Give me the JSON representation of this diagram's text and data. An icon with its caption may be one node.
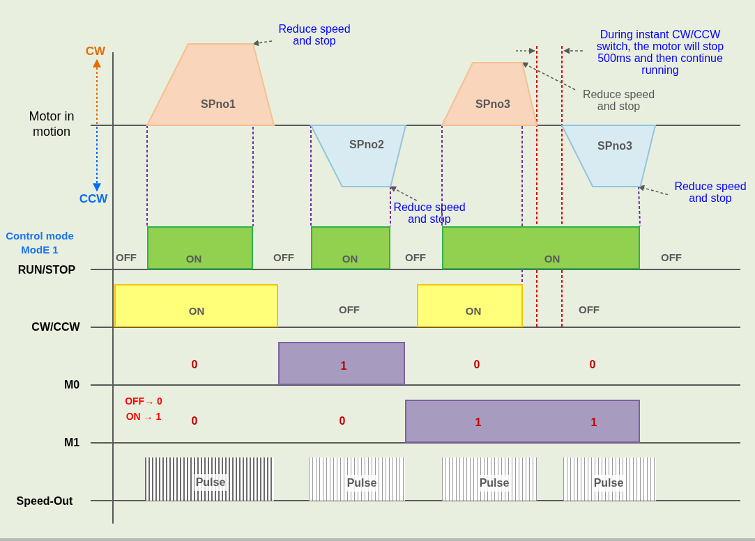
{
  "diagram": {
    "nodes": [
      {
        "text": [
          "Reduce speed and stop"
        ]
      },
      {
        "text": [
          "During instant CW/CCW switch, the motor will stop 500ms and then continue running"
        ]
      },
      {
        "text": [
          "SPno1"
        ]
      },
      {
        "text": [
          "SPno3"
        ]
      },
      {
        "text": [
          "Reduce speed and stop"
        ]
      },
      {
        "text": [
          "SPno2"
        ]
      },
      {
        "text": [
          "SPno3"
        ]
      },
      {
        "text": [
          "Reduce speed and stop"
        ]
      },
      {
        "text": [
          "Reduce speed and stop"
        ]
      },
      {
        "text": [
          "ON"
        ]
      },
      {
        "text": [
          "ON"
        ]
      },
      {
        "text": [
          "ON"
        ]
      },
      {
        "text": [
          "ON"
        ]
      },
      {
        "text": [
          "ON"
        ]
      },
      {
        "text": [
          "1"
        ]
      },
      {
        "text": [
          "1",
          "1"
        ]
      },
      {
        "text": [
          "Pulse"
        ]
      },
      {
        "text": [
          "Pulse"
        ]
      },
      {
        "text": [
          "Pulse"
        ]
      },
      {
        "text": [
          "Pulse"
        ]
      }
    ],
    "edges": [
      {
        "from": 0,
        "to": 2,
        "arrow": "to",
        "style": "dashed",
        "color": "#595959"
      },
      {
        "from": 4,
        "to": 3,
        "arrow": "to",
        "style": "dashed",
        "color": "#595959"
      },
      {
        "from": 7,
        "to": 5,
        "arrow": "to",
        "style": "dashed",
        "color": "#595959"
      },
      {
        "from": 8,
        "to": 6,
        "arrow": "to",
        "style": "dashed",
        "color": "#595959"
      },
      {
        "from": 1,
        "to": null,
        "arrow": "to",
        "style": "dashed",
        "color": "#595959"
      },
      {
        "from": 2,
        "to": 9,
        "arrow": "none",
        "style": "dashed"
      },
      {
        "from": 2,
        "to": 9,
        "arrow": "none",
        "style": "dashed"
      },
      {
        "from": 5,
        "to": 10,
        "arrow": "none",
        "style": "dashed"
      },
      {
        "from": 5,
        "to": 10,
        "arrow": "none",
        "style": "dashed"
      },
      {
        "from": 3,
        "to": 11,
        "arrow": "none",
        "style": "dashed"
      },
      {
        "from": 3,
        "to": 11,
        "arrow": "none",
        "style": "dashed"
      },
      {
        "from": 6,
        "to": 11,
        "arrow": "none",
        "style": "dashed"
      },
      {
        "from": 11,
        "to": 13,
        "arrow": "none",
        "style": "dashed"
      }
    ],
    "labels": [
      "CW",
      "Motor in motion",
      "CCW",
      "Control mode ModE 1",
      "OFF",
      "OFF",
      "OFF",
      "OFF",
      "RUN/STOP",
      "OFF",
      "OFF",
      "CW/CCW",
      "0",
      "0",
      "0",
      "M0",
      "OFF→ 0",
      "ON → 1",
      "0",
      "0",
      "M1",
      "Speed-Out"
    ]
  }
}
